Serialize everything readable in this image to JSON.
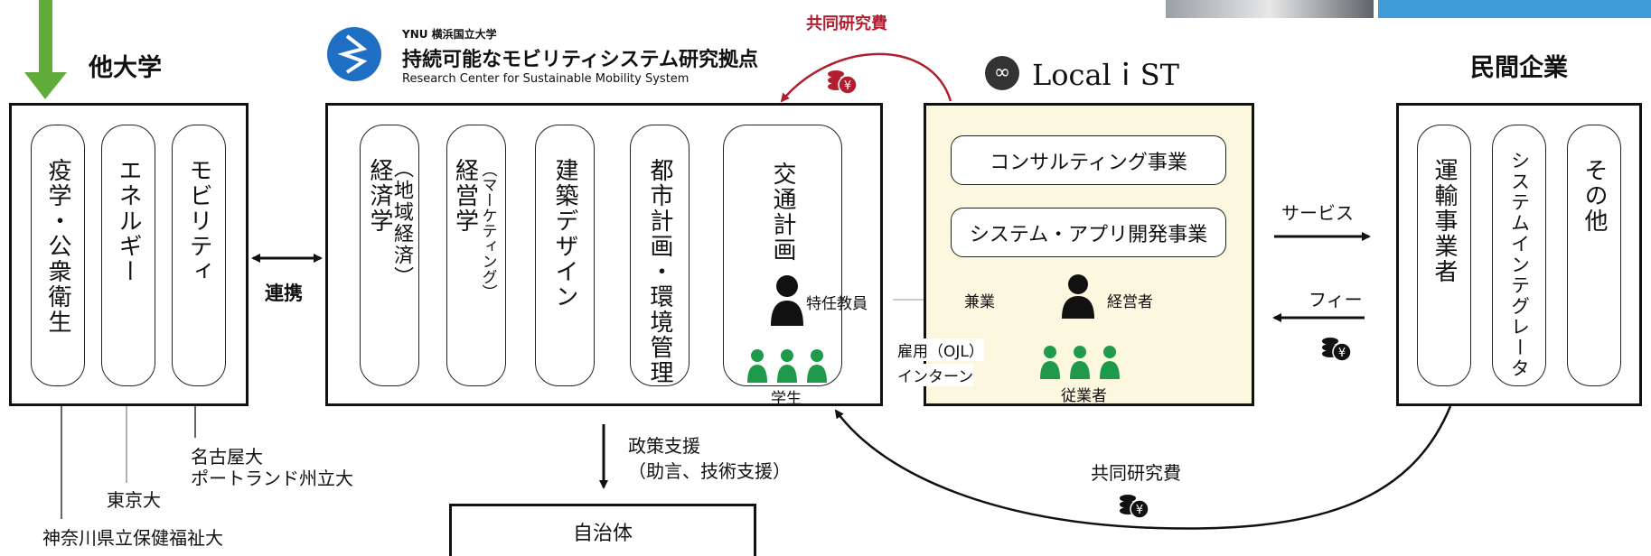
{
  "header": {
    "ynu_label": "YNU 横浜国立大学",
    "center_name_ja": "持続可能なモビリティシステム研究拠点",
    "center_name_en": "Research Center for Sustainable Mobility System",
    "localist_name": "LocalｉST"
  },
  "other_universities": {
    "title": "他大学",
    "fields": [
      "疫学・公衆衛生",
      "エネルギー",
      "モビリティ"
    ],
    "universities": [
      "神奈川県立保健福祉大",
      "東京大",
      "名古屋大",
      "ポートランド州立大"
    ]
  },
  "center": {
    "fields": [
      {
        "main": "経済学",
        "sub": "（地域経済）"
      },
      {
        "main": "経営学",
        "sub": "（マーケティング）"
      },
      {
        "main": "建築デザイン",
        "sub": ""
      },
      {
        "main": "都市計画・環境管理",
        "sub": ""
      },
      {
        "main": "交通計画",
        "sub": ""
      }
    ],
    "faculty_label": "特任教員",
    "students_label": "学生"
  },
  "link_label": "連携",
  "localist": {
    "businesses": [
      "コンサルティング事業",
      "システム・アプリ開発事業"
    ],
    "side_job_label": "兼業",
    "employment_label": "雇用（OJL）",
    "internship_label": "インターン",
    "manager_label": "経営者",
    "employees_label": "従業者"
  },
  "private": {
    "title": "民間企業",
    "fields": [
      "運輸事業者",
      "システムインテグレータ",
      "その他"
    ]
  },
  "flows": {
    "service_label": "サービス",
    "fee_label": "フィー",
    "joint_research_top": "共同研究費",
    "joint_research_bottom": "共同研究費",
    "policy_label_1": "政策支援",
    "policy_label_2": "（助言、技術支援）"
  },
  "municipality_label": "自治体",
  "colors": {
    "accent_green": "#5fac3a",
    "person_green": "#1f9a4a",
    "localist_bg": "#fcf8e0",
    "research_red": "#b01e2f",
    "logo_blue": "#1f6fc4"
  }
}
